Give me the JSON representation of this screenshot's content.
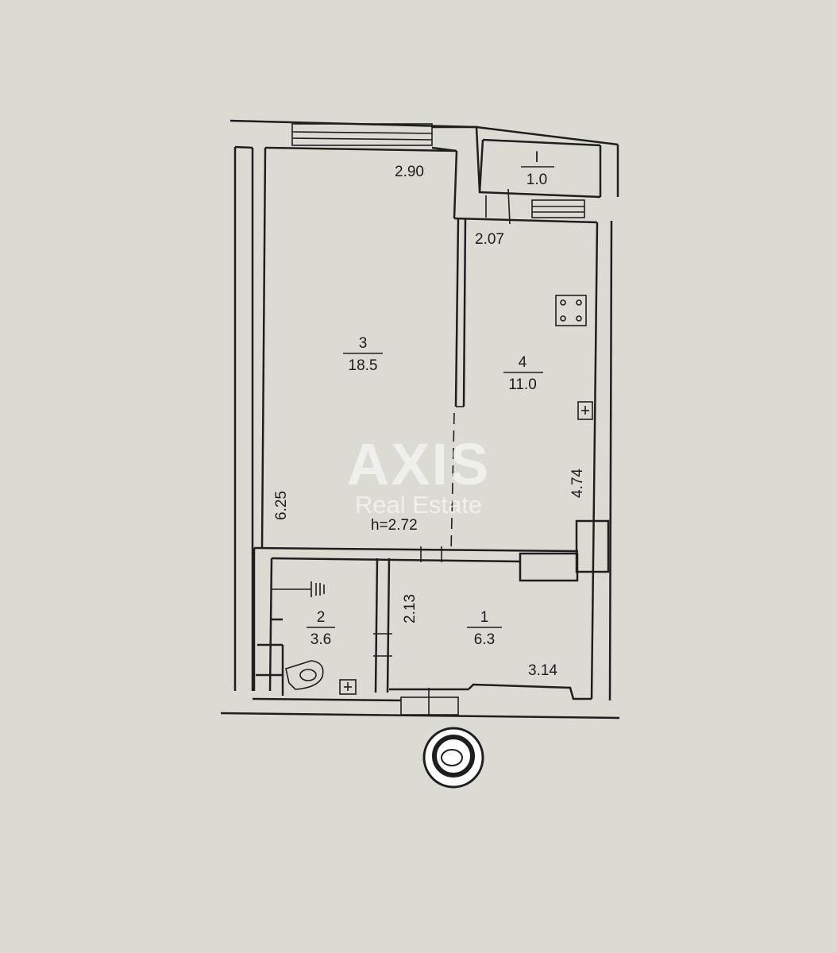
{
  "colors": {
    "paper": "#dcdbd3",
    "ink": "#1e1e1e",
    "watermark": "#ffffff"
  },
  "watermark": {
    "brand": "AXIS",
    "tagline": "Real Estate"
  },
  "rooms": [
    {
      "id": "room-balcony",
      "number": "I",
      "area": "1.0"
    },
    {
      "id": "room-3",
      "number": "3",
      "area": "18.5"
    },
    {
      "id": "room-4",
      "number": "4",
      "area": "11.0"
    },
    {
      "id": "room-2",
      "number": "2",
      "area": "3.6"
    },
    {
      "id": "room-1",
      "number": "1",
      "area": "6.3"
    }
  ],
  "dimensions": {
    "room3_width": "2.90",
    "room4_width": "2.07",
    "room3_length": "6.25",
    "room4_length": "4.74",
    "hall_width": "2.13",
    "hall_length": "3.14",
    "ceiling_height": "h=2.72"
  },
  "icons": {
    "stove": "stove-icon",
    "shower": "shower-icon",
    "toilet": "toilet-icon",
    "sink": "sink-icon",
    "entrance": "entrance-marker-icon"
  }
}
